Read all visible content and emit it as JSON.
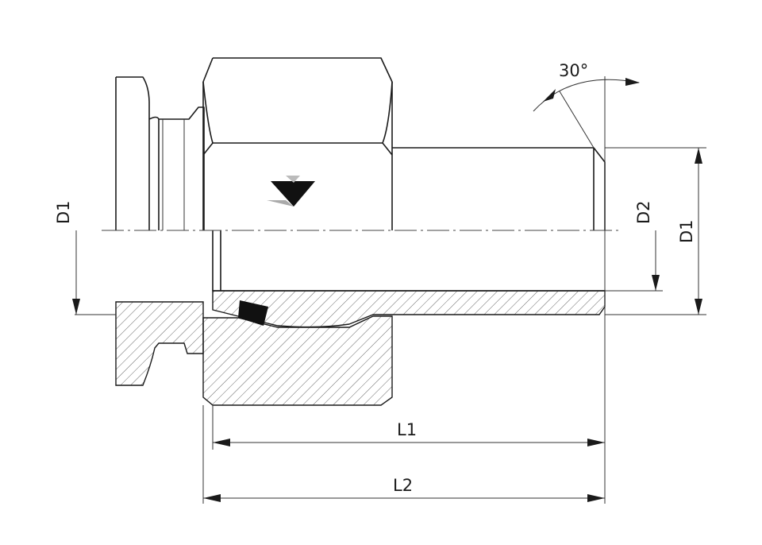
{
  "labels": {
    "angle": "30°",
    "d1_left": "D1",
    "d2": "D2",
    "d1_right": "D1",
    "l1": "L1",
    "l2": "L2"
  },
  "colors": {
    "line": "#1a1a1a",
    "background": "#ffffff"
  }
}
